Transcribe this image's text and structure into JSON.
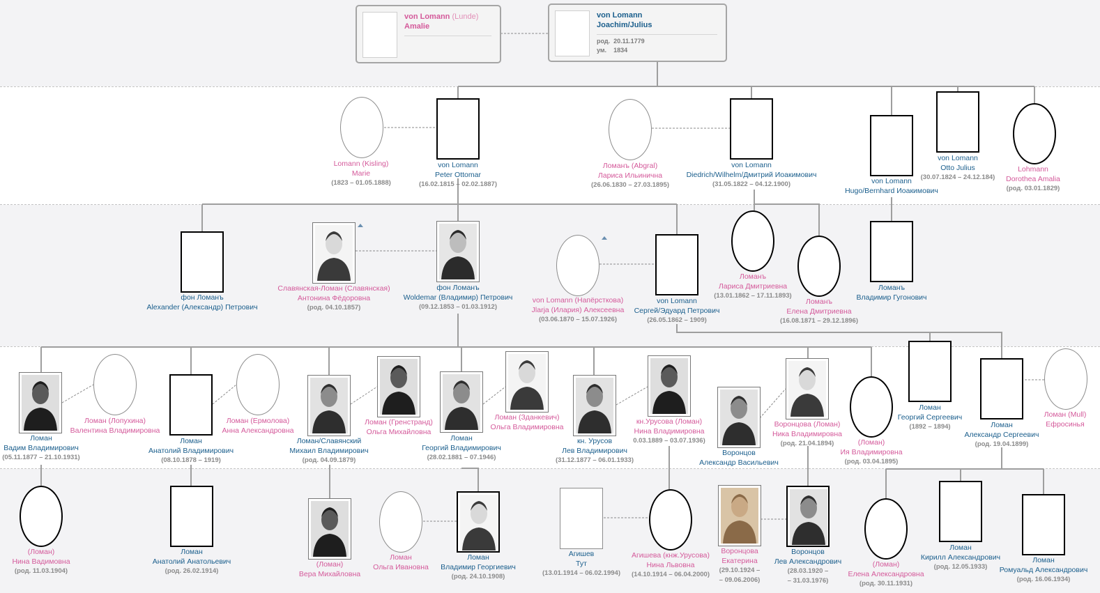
{
  "top": {
    "amalie": {
      "surname": "von Lomann",
      "birth_surname": "(Lunde)",
      "given": "Amalie"
    },
    "joachim": {
      "surname": "von Lomann",
      "given": "Joachim/Julius",
      "born_label": "род.",
      "born": "20.11.1779",
      "died_label": "ум.",
      "died": "1834"
    }
  },
  "people": [
    {
      "id": "marie",
      "line1": "Lomann (Kisling)",
      "line2": "Marie",
      "dates": "(1823 – 01.05.1888)"
    },
    {
      "id": "peter",
      "line1": "von Lomann",
      "line2": "Peter Ottomar",
      "dates": "(16.02.1815 – 02.02.1887)"
    },
    {
      "id": "larisa-abgral",
      "line1": "Ломанъ (Abgral)",
      "line2": "Лариса Ильинична",
      "dates": "(26.06.1830 – 27.03.1895)"
    },
    {
      "id": "diedrich",
      "line1": "von Lomann",
      "line2": "Diedrich/Wilhelm/Дмитрий Иоакимович",
      "dates": "(31.05.1822 – 04.12.1900)"
    },
    {
      "id": "hugo",
      "line1": "von Lomann",
      "line2": "Hugo/Bernhard Иоакимович",
      "dates": ""
    },
    {
      "id": "otto",
      "line1": "von Lomann",
      "line2": "Otto Julius",
      "dates": "(30.07.1824 – 24.12.184)"
    },
    {
      "id": "dorothea",
      "line1": "Lohmann",
      "line2": "Dorothea Amalia",
      "dates": "(род. 03.01.1829)"
    },
    {
      "id": "alexander-p",
      "line1": "фон Ломанъ",
      "line2": "Alexander (Александр) Петрович",
      "dates": ""
    },
    {
      "id": "antonina",
      "line1": "Славянская-Ломан (Славянская)",
      "line2": "Антонина Фёдоровна",
      "dates": "(род. 04.10.1857)"
    },
    {
      "id": "woldemar",
      "line1": "фон Ломанъ",
      "line2": "Woldemar (Владимир) Петрович",
      "dates": "(09.12.1853 – 01.03.1912)"
    },
    {
      "id": "ilaria",
      "line1": "von Lomann (Напёрсткова)",
      "line2": "Jlarja (Илария) Алексеевна",
      "dates": "(03.06.1870 – 15.07.1926)"
    },
    {
      "id": "sergei",
      "line1": "von Lomann",
      "line2": "Сергей/Эдуард Петрович",
      "dates": "(26.05.1862 – 1909)"
    },
    {
      "id": "larisa-d",
      "line1": "Ломанъ",
      "line2": "Лариса Дмитриевна",
      "dates": "(13.01.1862 – 17.11.1893)"
    },
    {
      "id": "elena-d",
      "line1": "Ломанъ",
      "line2": "Елена Дмитриевна",
      "dates": "(16.08.1871 – 29.12.1896)"
    },
    {
      "id": "vladimir-g",
      "line1": "Ломанъ",
      "line2": "Владимир Гугонович",
      "dates": ""
    },
    {
      "id": "vadim",
      "line1": "Ломан",
      "line2": "Вадим Владимирович",
      "dates": "(05.11.1877 – 21.10.1931)"
    },
    {
      "id": "valentina",
      "line1": "Ломан (Лопухина)",
      "line2": "Валентина Владимировна",
      "dates": ""
    },
    {
      "id": "anatoly-v",
      "line1": "Ломан",
      "line2": "Анатолий Владимирович",
      "dates": "(08.10.1878 – 1919)"
    },
    {
      "id": "anna",
      "line1": "Ломан (Ермолова)",
      "line2": "Анна Александровна",
      "dates": ""
    },
    {
      "id": "mikhail",
      "line1": "Ломан/Славянский",
      "line2": "Михаил Владимирович",
      "dates": "(род. 04.09.1879)"
    },
    {
      "id": "olga-m",
      "line1": "Ломан (Гренстранд)",
      "line2": "Ольга Михайловна",
      "dates": ""
    },
    {
      "id": "georgy-v",
      "line1": "Ломан",
      "line2": "Георгий Владимирович",
      "dates": "(28.02.1881 – 07.1946)"
    },
    {
      "id": "olga-v",
      "line1": "Ломан (Зданкевич)",
      "line2": "Ольга Владимировна",
      "dates": ""
    },
    {
      "id": "lev-urusov",
      "line1": "кн. Урусов",
      "line2": "Лев Владимирович",
      "dates": "(31.12.1877 – 06.01.1933)"
    },
    {
      "id": "nina-urusova",
      "line1": "кн.Урусова (Ломан)",
      "line2": "Нина Владимировна",
      "dates": "0.03.1889 – 03.07.1936)"
    },
    {
      "id": "alexander-v",
      "line1": "Воронцов",
      "line2": "Александр Васильевич",
      "dates": ""
    },
    {
      "id": "nika",
      "line1": "Воронцова (Ломан)",
      "line2": "Ника Владимировна",
      "dates": "(род. 21.04.1894)"
    },
    {
      "id": "iya",
      "line1": "(Ломан)",
      "line2": "Ия Владимировна",
      "dates": "(род. 03.04.1895)"
    },
    {
      "id": "georgy-s",
      "line1": "Ломан",
      "line2": "Георгий Сергеевич",
      "dates": "(1892 – 1894)"
    },
    {
      "id": "alexander-s",
      "line1": "Ломан",
      "line2": "Александр Сергеевич",
      "dates": "(род. 19.04.1899)"
    },
    {
      "id": "efrosinya",
      "line1": "Ломан (Mull)",
      "line2": "Ефросинья",
      "dates": ""
    },
    {
      "id": "nina-v",
      "line1": "(Ломан)",
      "line2": "Нина Вадимовна",
      "dates": "(род. 11.03.1904)"
    },
    {
      "id": "anatoly-a",
      "line1": "Ломан",
      "line2": "Анатолий Анатольевич",
      "dates": "(род. 26.02.1914)"
    },
    {
      "id": "vera",
      "line1": "(Ломан)",
      "line2": "Вера Михайловна",
      "dates": ""
    },
    {
      "id": "olga-i",
      "line1": "Ломан",
      "line2": "Ольга Ивановна",
      "dates": ""
    },
    {
      "id": "vladimir-georg",
      "line1": "Ломан",
      "line2": "Владимир Георгиевич",
      "dates": "(род. 24.10.1908)"
    },
    {
      "id": "agishev",
      "line1": "Агишев",
      "line2": "Тут",
      "dates": "(13.01.1914 – 06.02.1994)"
    },
    {
      "id": "nina-l",
      "line1": "Агишева (кнж.Урусова)",
      "line2": "Нина Львовна",
      "dates": "(14.10.1914 – 06.04.2000)"
    },
    {
      "id": "ekaterina",
      "line1": "Воронцова",
      "line2": "Екатерина",
      "dates": "(29.10.1924 –",
      "dates2": "– 09.06.2006)"
    },
    {
      "id": "lev-a",
      "line1": "Воронцов",
      "line2": "Лев Александрович",
      "dates": "(28.03.1920 –",
      "dates2": "– 31.03.1976)"
    },
    {
      "id": "elena-a",
      "line1": "(Ломан)",
      "line2": "Елена Александровна",
      "dates": "(род. 30.11.1931)"
    },
    {
      "id": "kirill",
      "line1": "Ломан",
      "line2": "Кирилл Александрович",
      "dates": "(род. 12.05.1933)"
    },
    {
      "id": "romuald",
      "line1": "Ломан",
      "line2": "Ромуальд Александрович",
      "dates": "(род. 16.06.1934)"
    }
  ],
  "colors": {
    "male_text": "#1a5e8c",
    "female_text": "#d4599a",
    "dates": "#8a8a8a",
    "band": "#f3f3f5"
  }
}
